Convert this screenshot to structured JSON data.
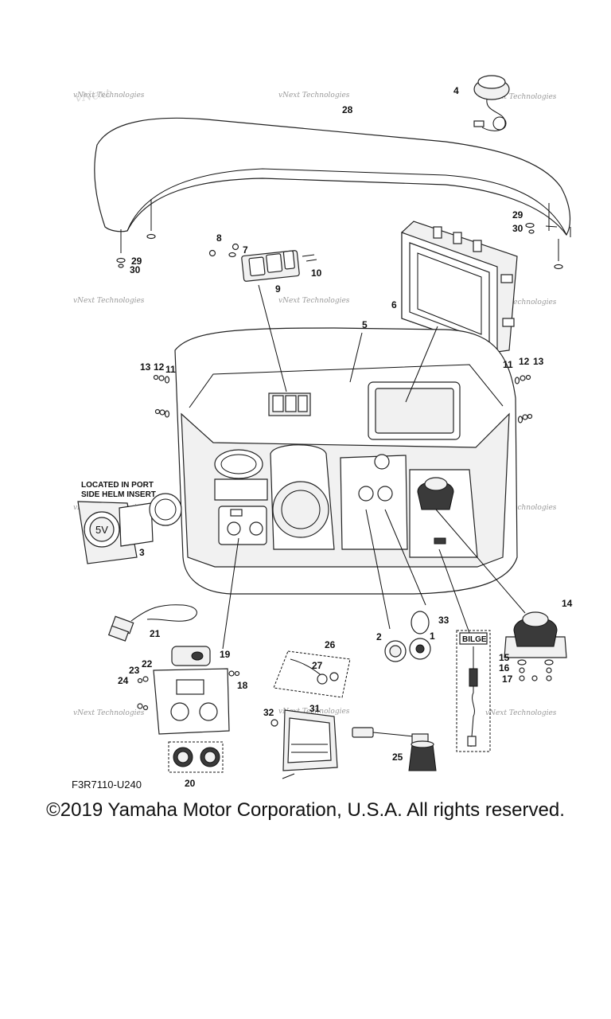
{
  "diagram": {
    "part_code": "F3R7110-U240",
    "note_line1": "LOCATED IN PORT",
    "note_line2": "SIDE HELM INSERT",
    "bilge_label": "BILGE",
    "watermark_text": "vNext Technologies",
    "usb_label": "5V",
    "callouts": [
      "28",
      "4",
      "29",
      "30",
      "8",
      "7",
      "10",
      "9",
      "29",
      "30",
      "6",
      "5",
      "13",
      "12",
      "11",
      "11",
      "12",
      "13",
      "3",
      "14",
      "15",
      "16",
      "17",
      "21",
      "2",
      "1",
      "33",
      "19",
      "26",
      "27",
      "22",
      "23",
      "24",
      "18",
      "32",
      "31",
      "25",
      "20"
    ]
  },
  "footer": {
    "copyright": "©2019 Yamaha Motor Corporation, U.S.A. All rights reserved."
  }
}
